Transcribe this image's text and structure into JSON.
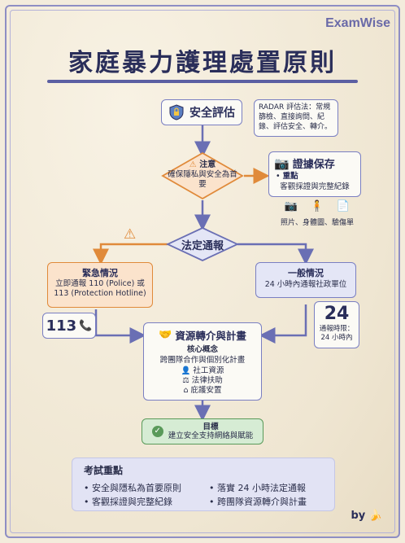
{
  "brand": "ExamWise",
  "title": "家庭暴力護理處置原則",
  "step_safety": {
    "label": "安全評估",
    "icon": "shield-lock-icon"
  },
  "radar_note": "RADAR 評估法：常規篩檢、直接詢問、紀錄、評估安全、轉介。",
  "caution": {
    "title": "注意",
    "text": "確保隱私與安全為首要"
  },
  "evidence": {
    "label": "證據保存",
    "point_title": "重點",
    "point_text": "客觀採證與完整紀錄",
    "icons_caption": "照片、身體圖、驗傷單"
  },
  "legal": {
    "label": "法定通報"
  },
  "emergency": {
    "title": "緊急情況",
    "text": "立即通報 110 (Police) 或 113 (Protection Hotline)",
    "hotline": "113"
  },
  "general": {
    "title": "一般情況",
    "text": "24 小時內通報社政單位",
    "time_big": "24",
    "time_label": "通報時限：",
    "time_value": "24 小時內"
  },
  "referral": {
    "label": "資源轉介與計畫",
    "core_title": "核心概念",
    "core_text": "跨團隊合作與個別化計畫",
    "items": [
      "社工資源",
      "法律扶助",
      "庇護安置"
    ]
  },
  "goal": {
    "title": "目標",
    "text": "建立安全支持網絡與賦能"
  },
  "summary": {
    "title": "考試重點",
    "items": [
      "安全與隱私為首要原則",
      "落實 24 小時法定通報",
      "客觀採證與完整紀錄",
      "跨團隊資源轉介與計畫"
    ]
  },
  "by": "by",
  "colors": {
    "primary": "#5b5fa2",
    "accent_orange": "#e08a3a",
    "green": "#5a9a5a"
  }
}
